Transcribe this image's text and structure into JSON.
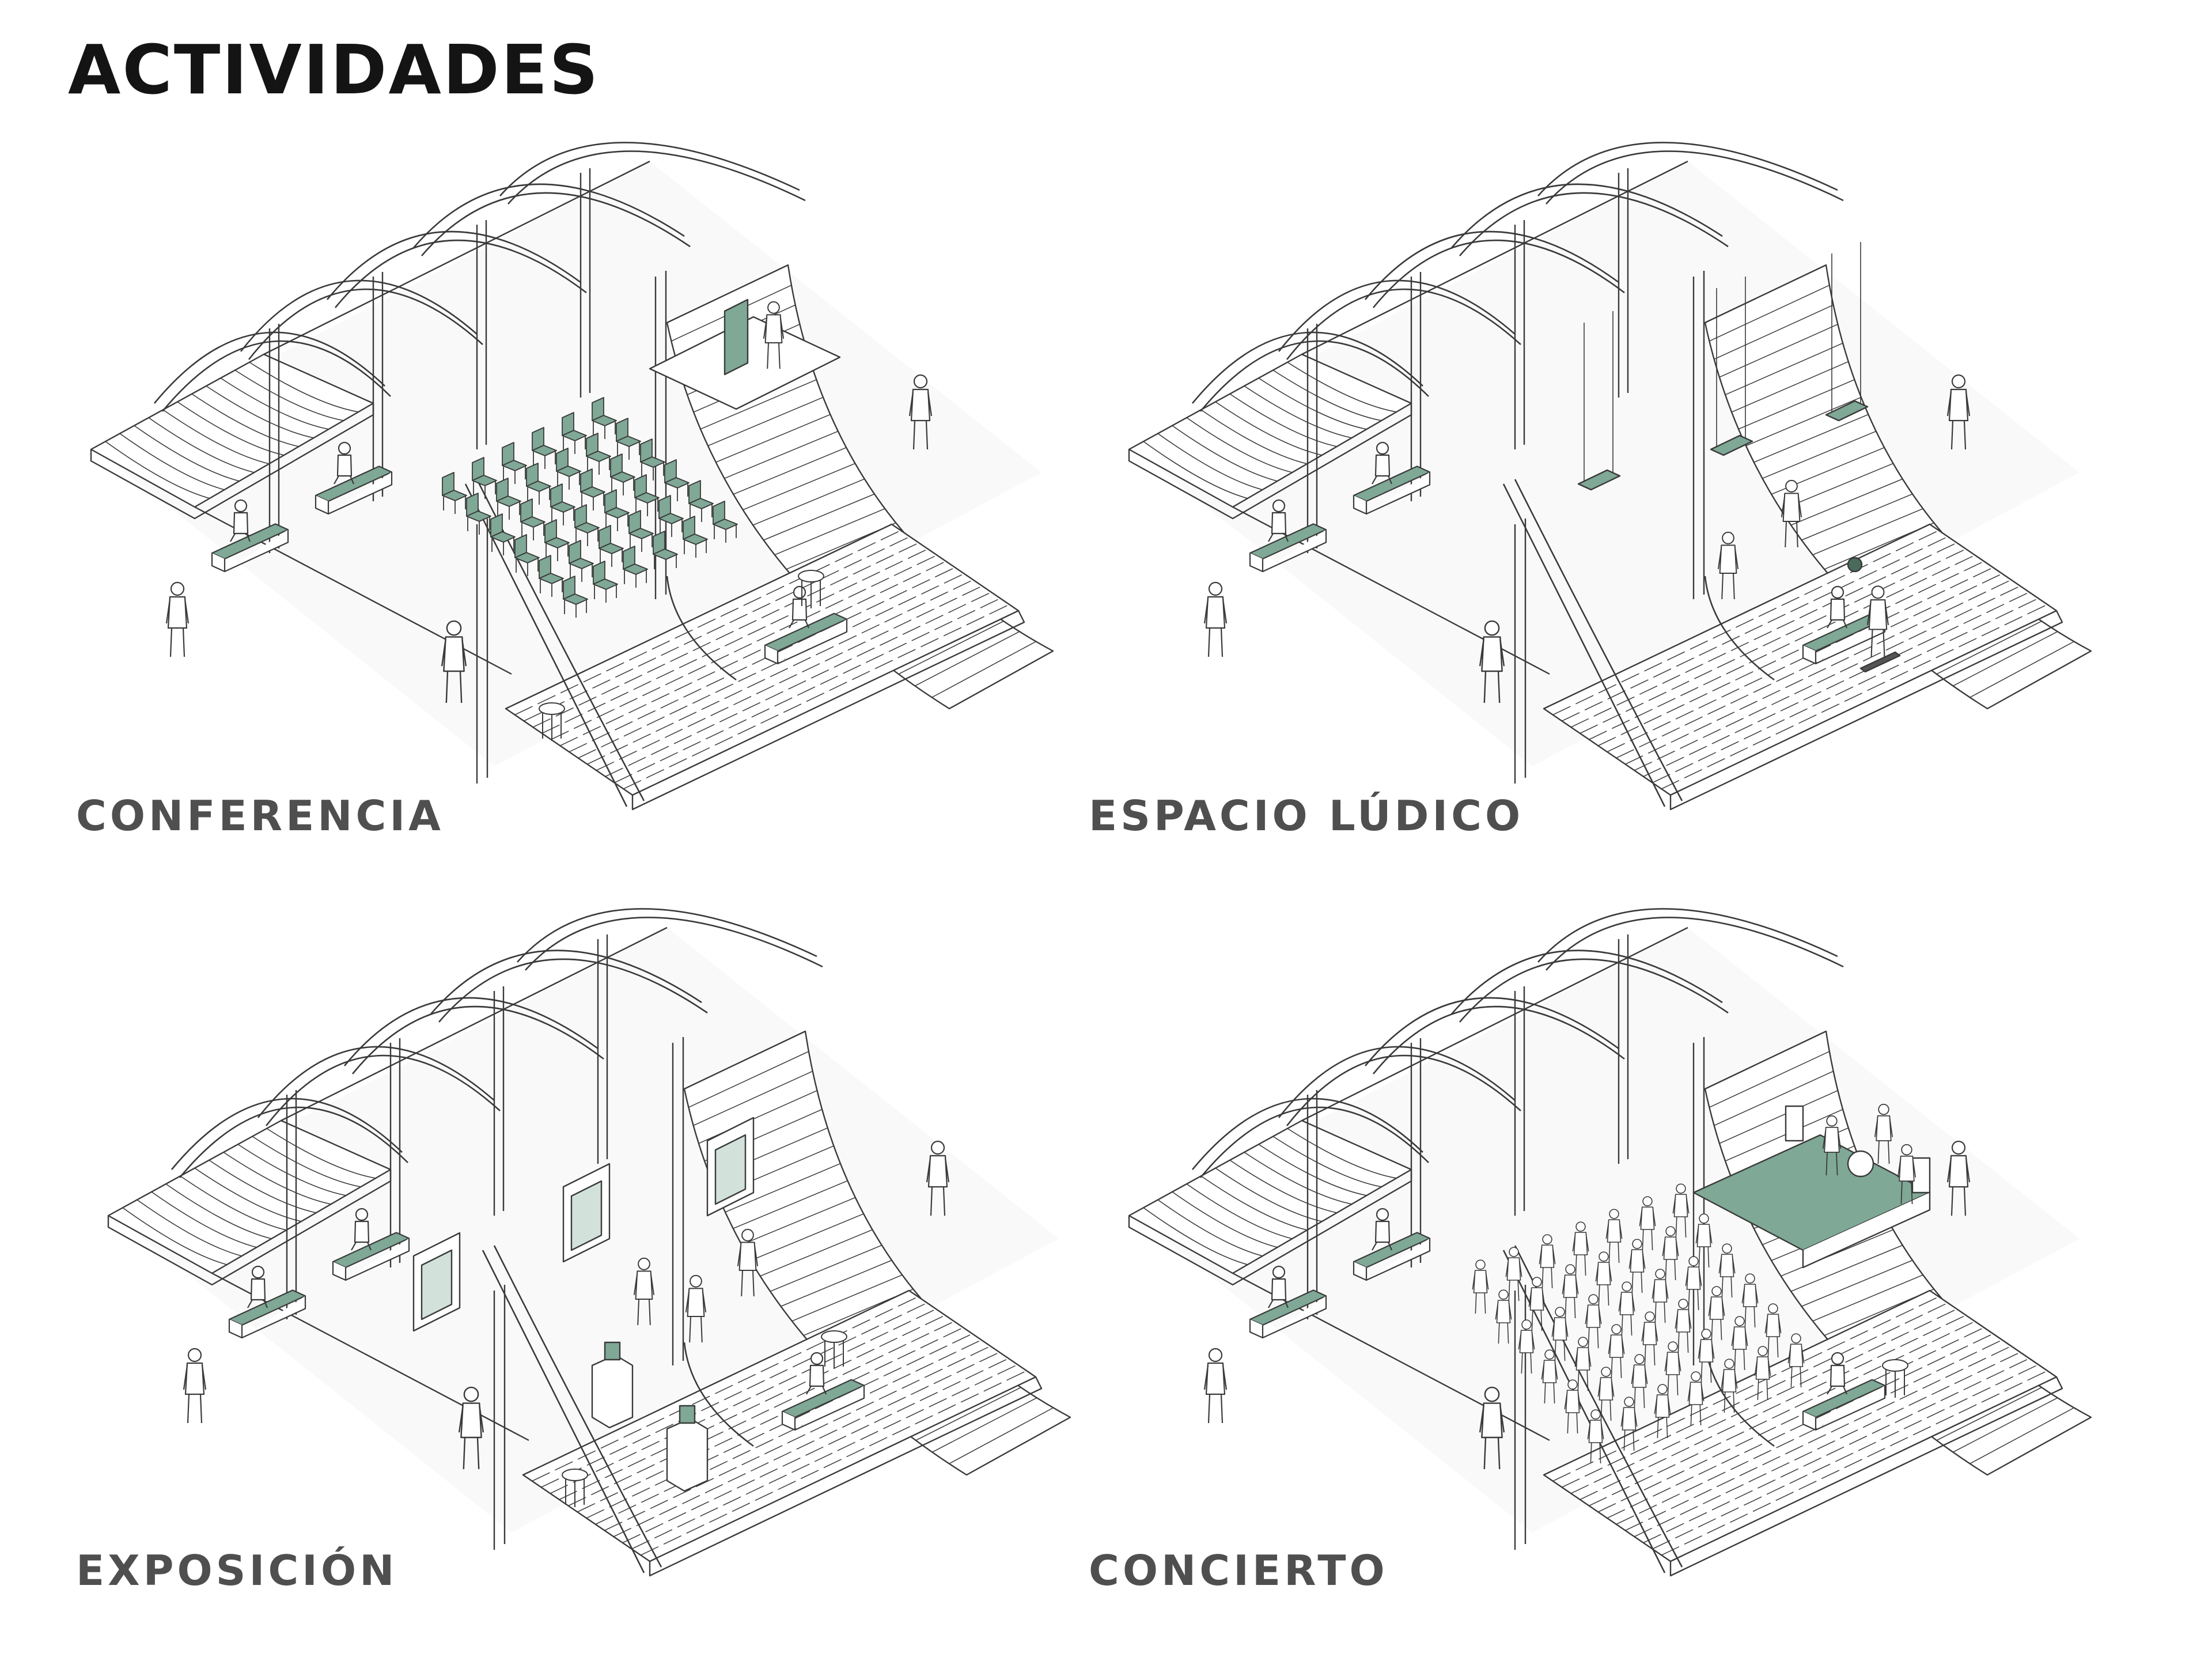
{
  "title": "ACTIVIDADES",
  "colors": {
    "accent_green": "#7fa896",
    "line": "#3a3a3a",
    "panel_bg": "#f9f9f9",
    "label": "#4f4f4f"
  },
  "panels": [
    {
      "label": "CONFERENCIA",
      "icon": "pavilion-axonometric-conference"
    },
    {
      "label": "ESPACIO LÚDICO",
      "icon": "pavilion-axonometric-play-space"
    },
    {
      "label": "EXPOSICIÓN",
      "icon": "pavilion-axonometric-exhibition"
    },
    {
      "label": "CONCIERTO",
      "icon": "pavilion-axonometric-concert"
    }
  ]
}
